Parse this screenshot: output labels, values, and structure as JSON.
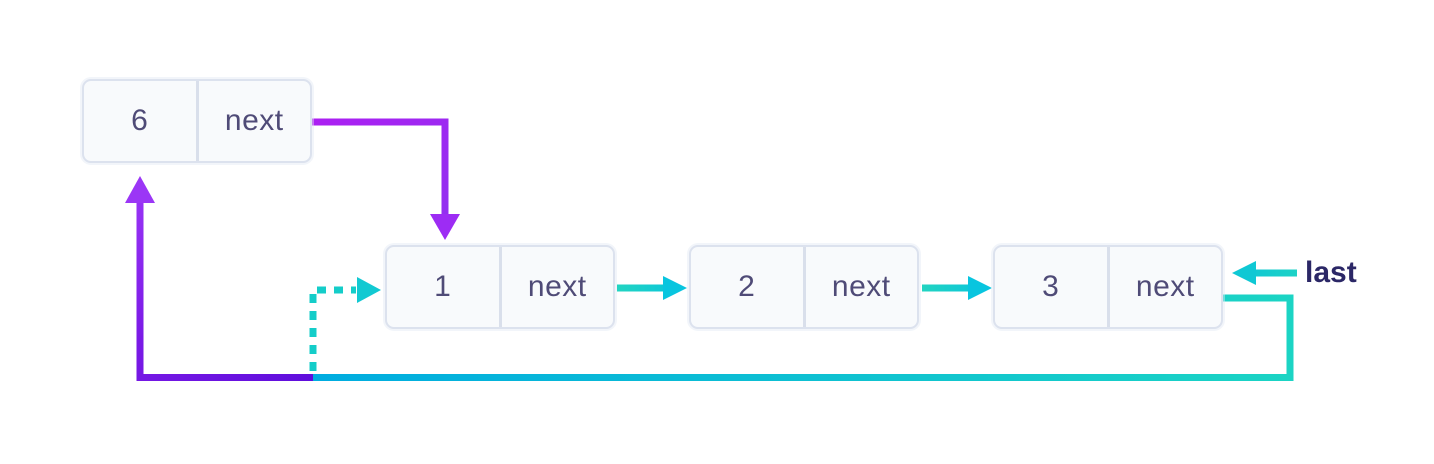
{
  "diagram": {
    "nodes": [
      {
        "id": "node-6",
        "value": "6",
        "pointer_label": "next"
      },
      {
        "id": "node-1",
        "value": "1",
        "pointer_label": "next"
      },
      {
        "id": "node-2",
        "value": "2",
        "pointer_label": "next"
      },
      {
        "id": "node-3",
        "value": "3",
        "pointer_label": "next"
      }
    ],
    "last_label": "last",
    "colors": {
      "purple_bright": "#a81ff2",
      "purple_deep": "#5f0edc",
      "teal_green": "#1bd4c4",
      "cyan_blue": "#00ace0",
      "dashed_teal": "#14cdc9",
      "node_fill": "#f8fafc",
      "node_border": "#dce2ee",
      "node_text": "#4f4b77",
      "last_label_text": "#2b2766"
    }
  }
}
